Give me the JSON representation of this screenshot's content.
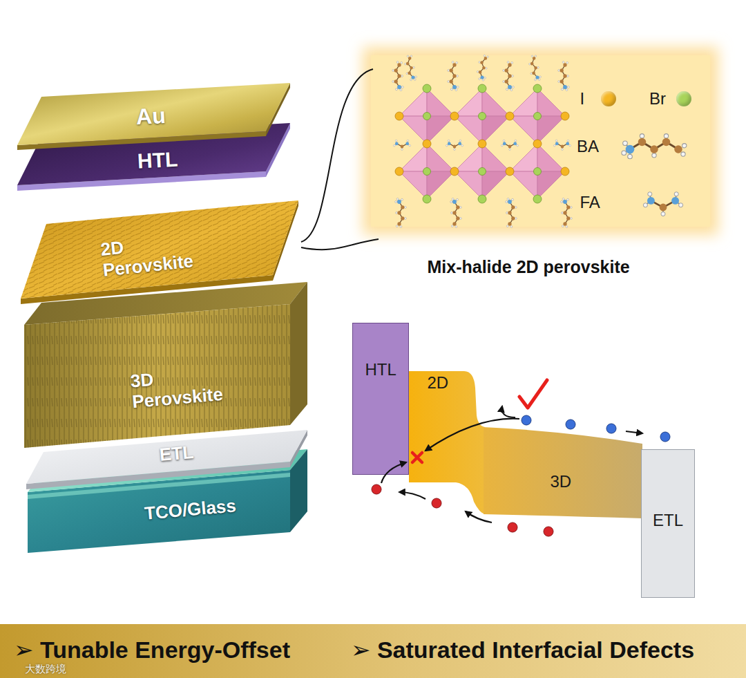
{
  "diagram": {
    "nodes": [
      {
        "text": [
          "Au"
        ]
      },
      {
        "text": [
          "HTL"
        ]
      },
      {
        "text": [
          "2D Perovskite"
        ]
      },
      {
        "text": [
          "3D Perovskite"
        ]
      },
      {
        "text": [
          "ETL"
        ]
      },
      {
        "text": [
          "TCO/Glass"
        ]
      },
      {
        "text": [
          "HTL"
        ]
      },
      {
        "text": [
          "2D"
        ]
      },
      {
        "text": [
          "3D"
        ]
      },
      {
        "text": [
          "ETL"
        ]
      },
      {
        "text": [
          "➢ Tunable Energy-Offset",
          "➢ Saturated Interfacial Defects"
        ]
      }
    ],
    "labels": [
      "Mix-halide 2D perovskite",
      "大数跨境"
    ],
    "legend": [
      {
        "text": "I",
        "color": "#f5b623"
      },
      {
        "text": "Br",
        "color": "#a8d45a"
      },
      {
        "text": "BA"
      },
      {
        "text": "FA"
      }
    ]
  }
}
